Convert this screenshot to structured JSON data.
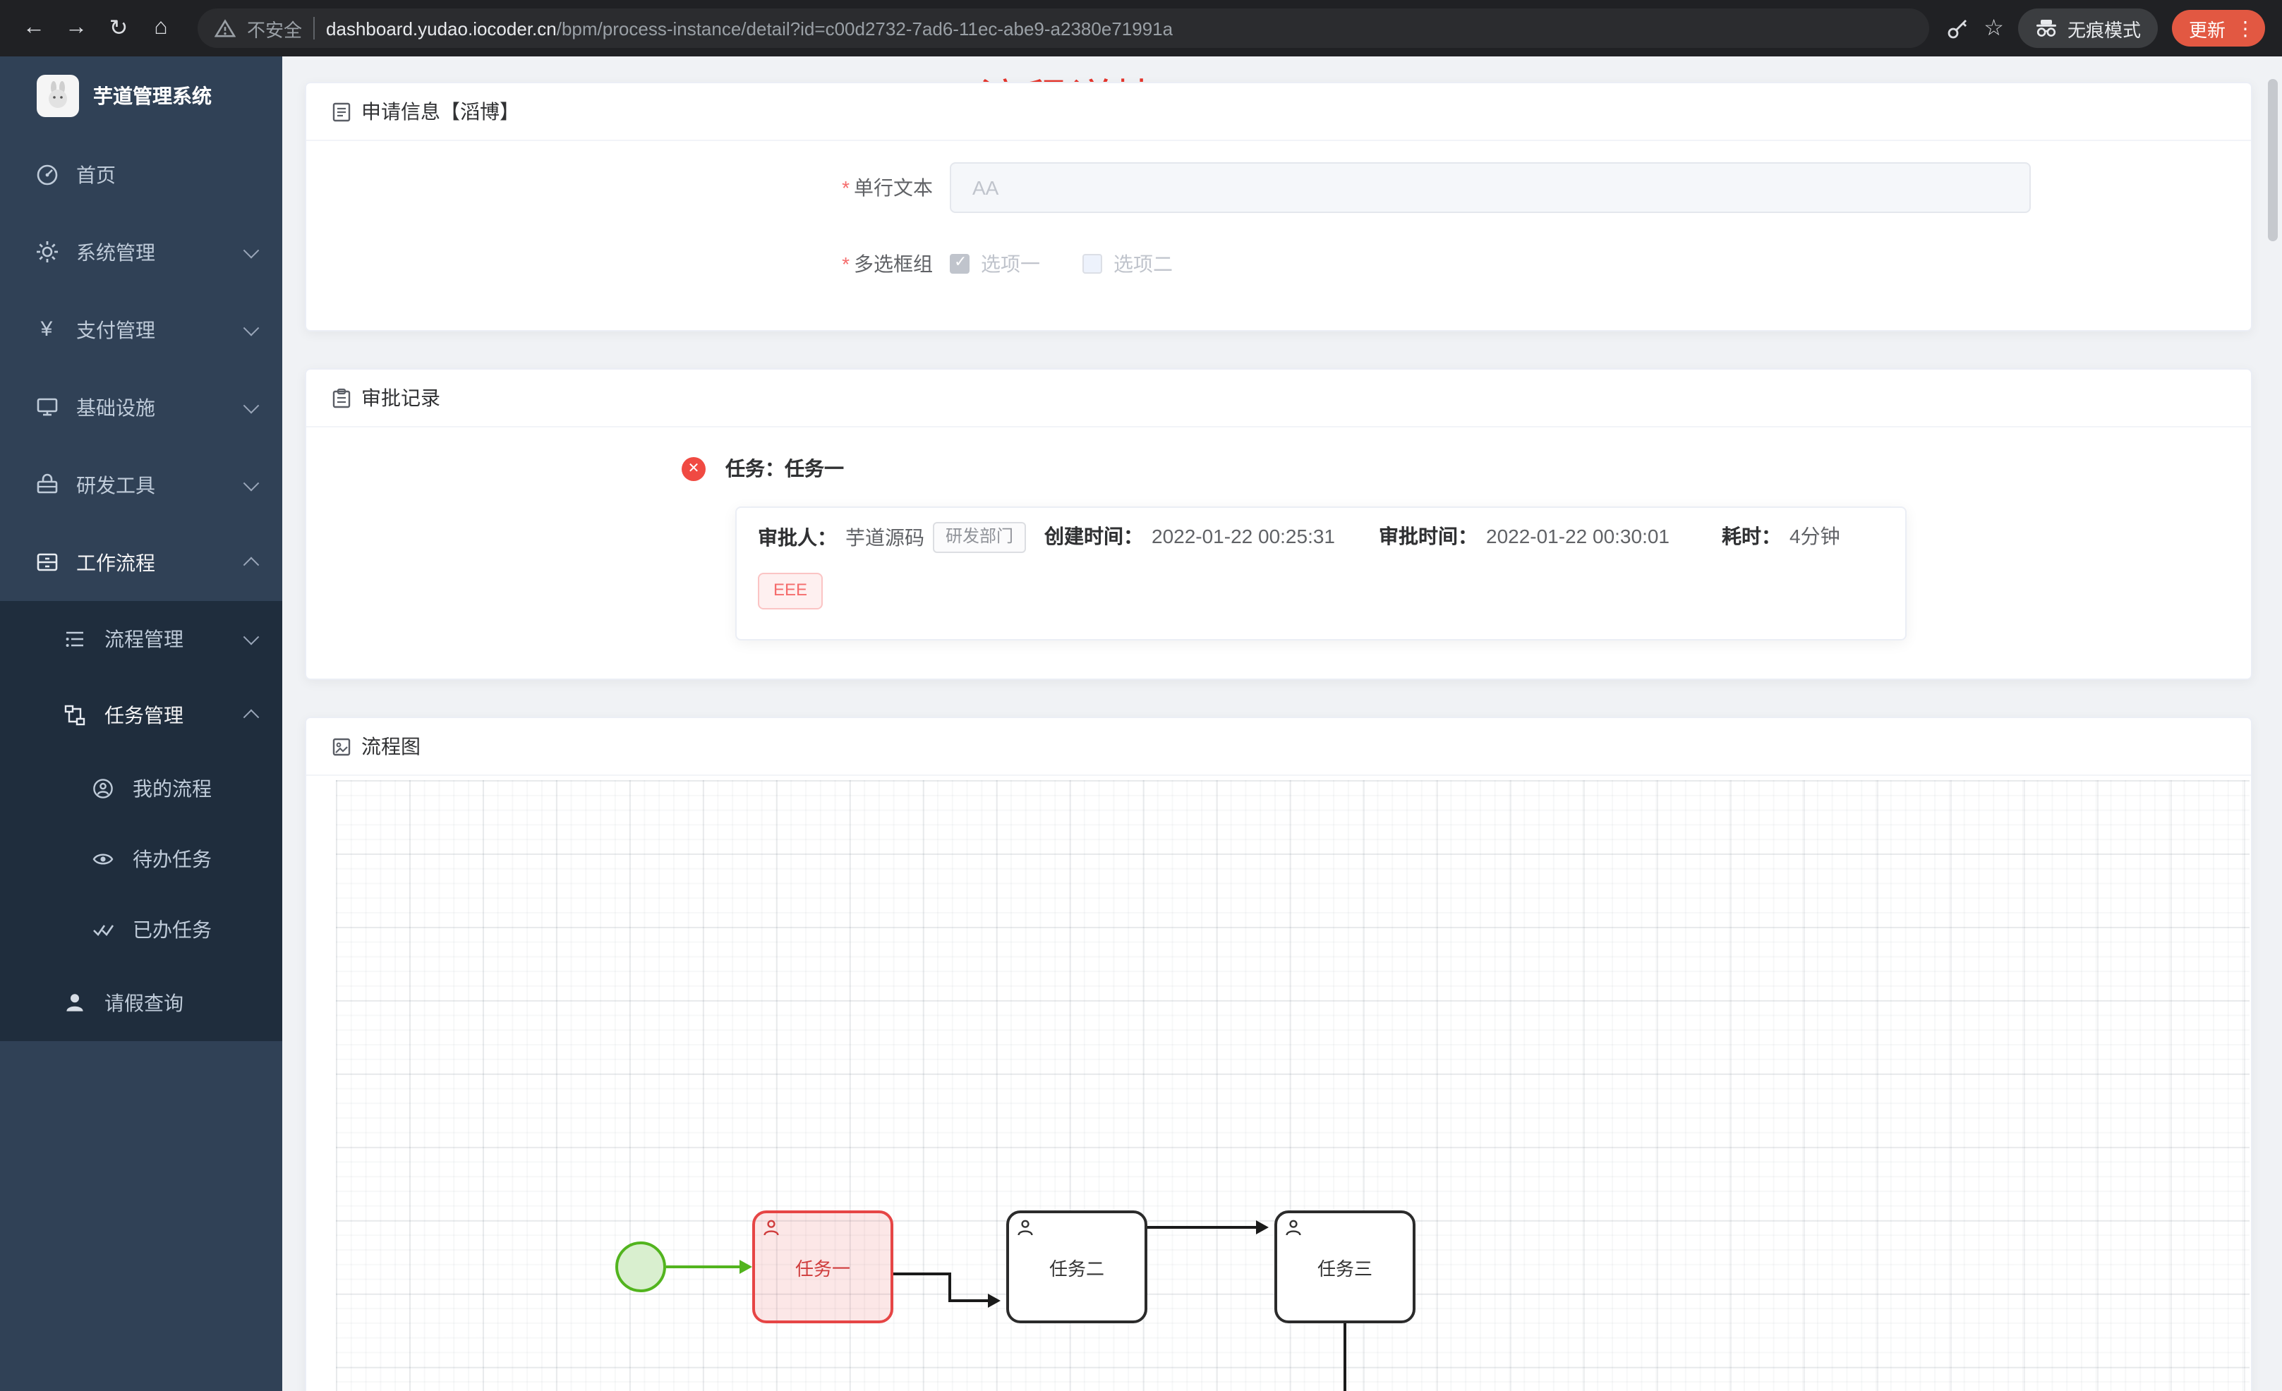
{
  "browser": {
    "security_label": "不安全",
    "url_domain": "dashboard.yudao.iocoder.cn",
    "url_path": "/bpm/process-instance/detail?id=c00d2732-7ad6-11ec-abe9-a2380e71991a",
    "incognito_label": "无痕模式",
    "update_label": "更新"
  },
  "sidebar": {
    "app_title": "芋道管理系统",
    "items": [
      {
        "label": "首页"
      },
      {
        "label": "系统管理"
      },
      {
        "label": "支付管理"
      },
      {
        "label": "基础设施"
      },
      {
        "label": "研发工具"
      },
      {
        "label": "工作流程"
      }
    ],
    "submenu": {
      "process_mgmt": "流程管理",
      "task_mgmt": "任务管理",
      "my_process": "我的流程",
      "todo_task": "待办任务",
      "done_task": "已办任务",
      "leave_query": "请假查询"
    }
  },
  "page": {
    "title": "流程详情"
  },
  "apply_card": {
    "title": "申请信息【滔博】",
    "field_text": {
      "label": "单行文本",
      "value": "AA"
    },
    "field_checkbox": {
      "label": "多选框组",
      "option1": "选项一",
      "option2": "选项二"
    }
  },
  "approval_card": {
    "title": "审批记录",
    "task_title": "任务：任务一",
    "approver_label": "审批人：",
    "approver": "芋道源码",
    "dept_tag": "研发部门",
    "created_label": "创建时间：",
    "created_value": "2022-01-22 00:25:31",
    "approved_label": "审批时间：",
    "approved_value": "2022-01-22 00:30:01",
    "duration_label": "耗时：",
    "duration_value": "4分钟",
    "comment_tag": "EEE"
  },
  "diagram_card": {
    "title": "流程图",
    "task1": "任务一",
    "task2": "任务二",
    "task3": "任务三"
  },
  "colors": {
    "sidebar_bg": "#304156",
    "submenu_bg": "#1f2d3d",
    "title_red": "#e5342b",
    "task_active_border": "#e64545",
    "start_green": "#52b41e",
    "update_pill": "#e25842"
  }
}
